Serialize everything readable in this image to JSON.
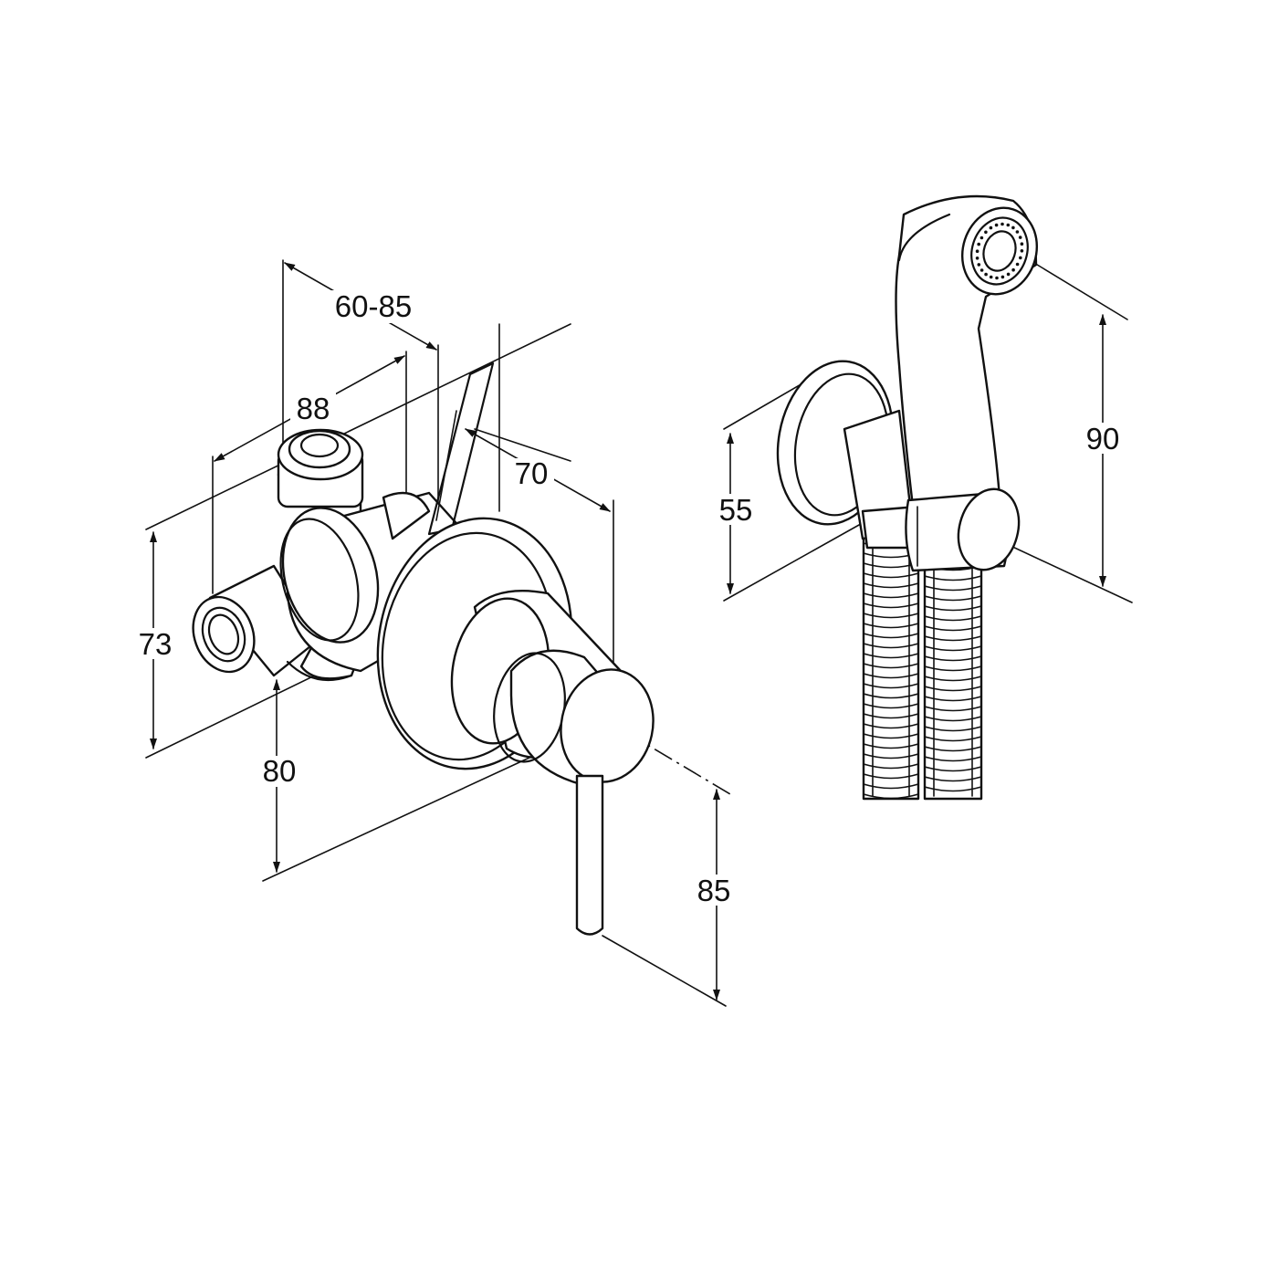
{
  "dimensions": {
    "a": "60-85",
    "b": "88",
    "c": "70",
    "d": "73",
    "e": "80",
    "f": "85",
    "g": "55",
    "h": "90"
  }
}
